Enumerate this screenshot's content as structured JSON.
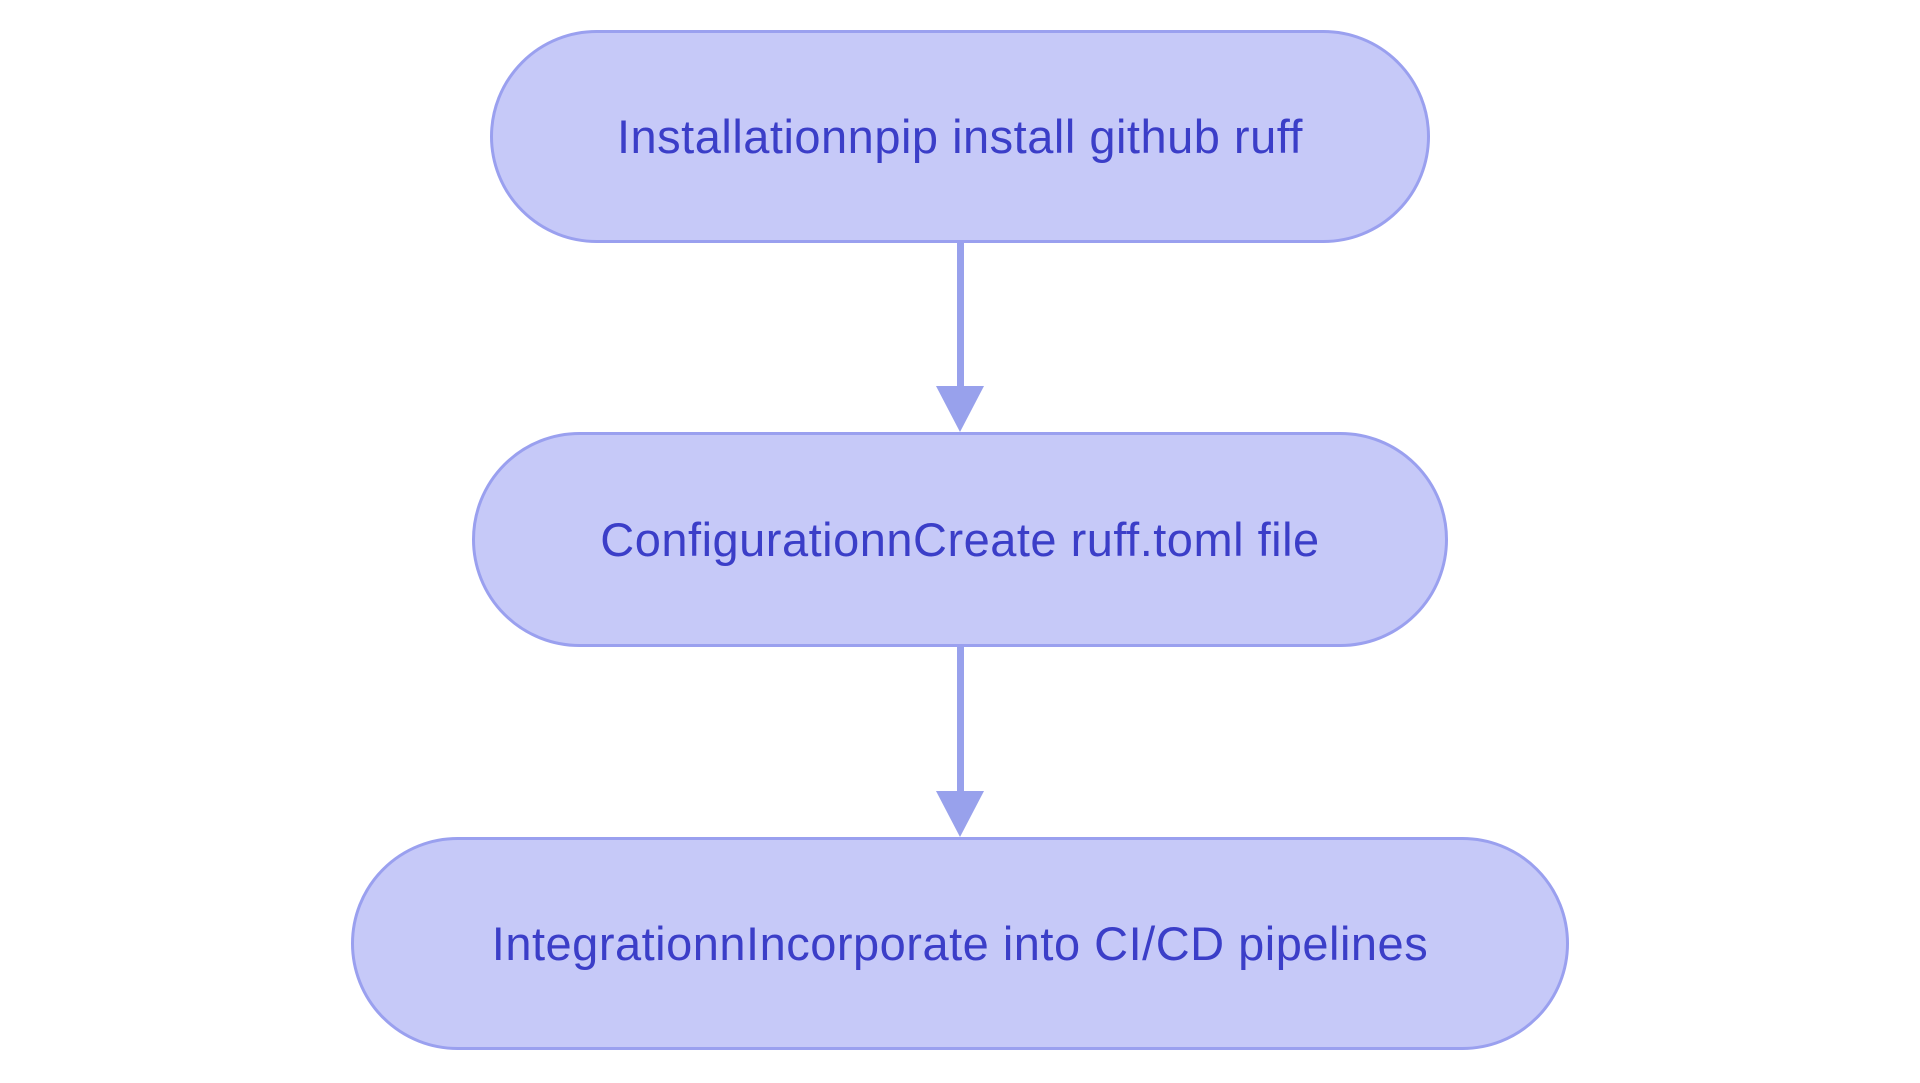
{
  "diagram": {
    "type": "flowchart",
    "direction": "top-down",
    "colors": {
      "background": "#ffffff",
      "node_fill": "#c6c9f8",
      "node_border": "#9aa0ef",
      "node_text": "#3b3ec8",
      "arrow": "#98a1ec"
    },
    "nodes": [
      {
        "id": "step-1",
        "label": "Installationnpip install github ruff"
      },
      {
        "id": "step-2",
        "label": "ConfigurationnCreate ruff.toml file"
      },
      {
        "id": "step-3",
        "label": "IntegrationnIncorporate into CI/CD pipelines"
      }
    ],
    "edges": [
      {
        "from": "step-1",
        "to": "step-2"
      },
      {
        "from": "step-2",
        "to": "step-3"
      }
    ]
  }
}
